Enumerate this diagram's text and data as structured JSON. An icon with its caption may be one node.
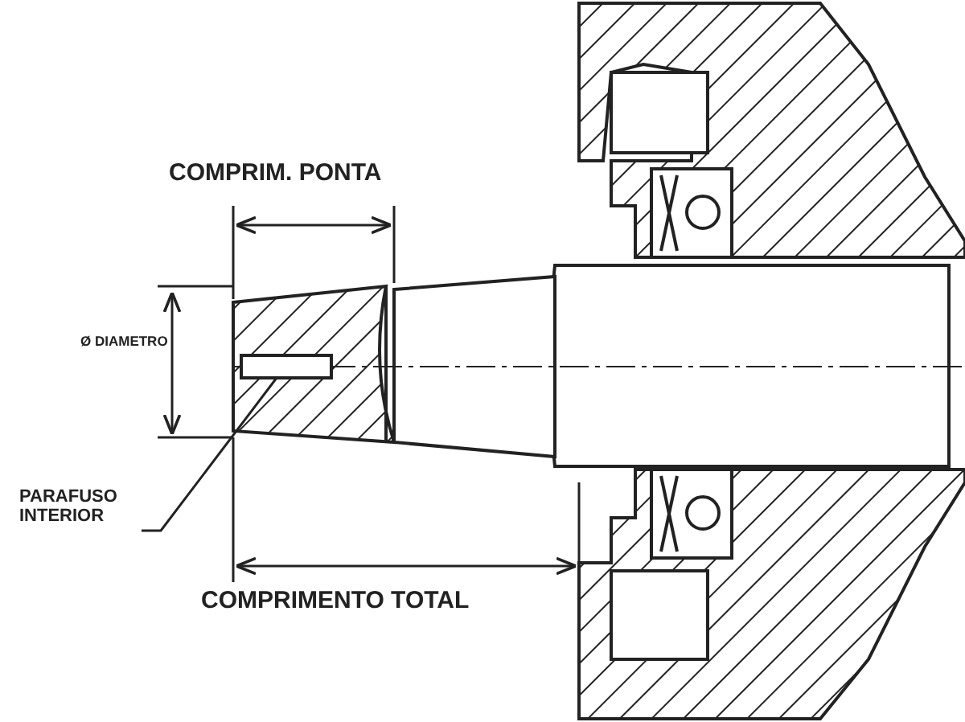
{
  "diagram": {
    "nodes": [
      {
        "text": [
          "PARAFUSO INTERIOR"
        ]
      },
      {
        "text": [],
        "shape": "box"
      }
    ],
    "edges": [
      {
        "from": 0,
        "to": 1,
        "arrow": "none"
      }
    ],
    "labels": [
      "COMPRIM. PONTA",
      "Ø DIAMETRO",
      "COMPRIMENTO TOTAL"
    ]
  }
}
